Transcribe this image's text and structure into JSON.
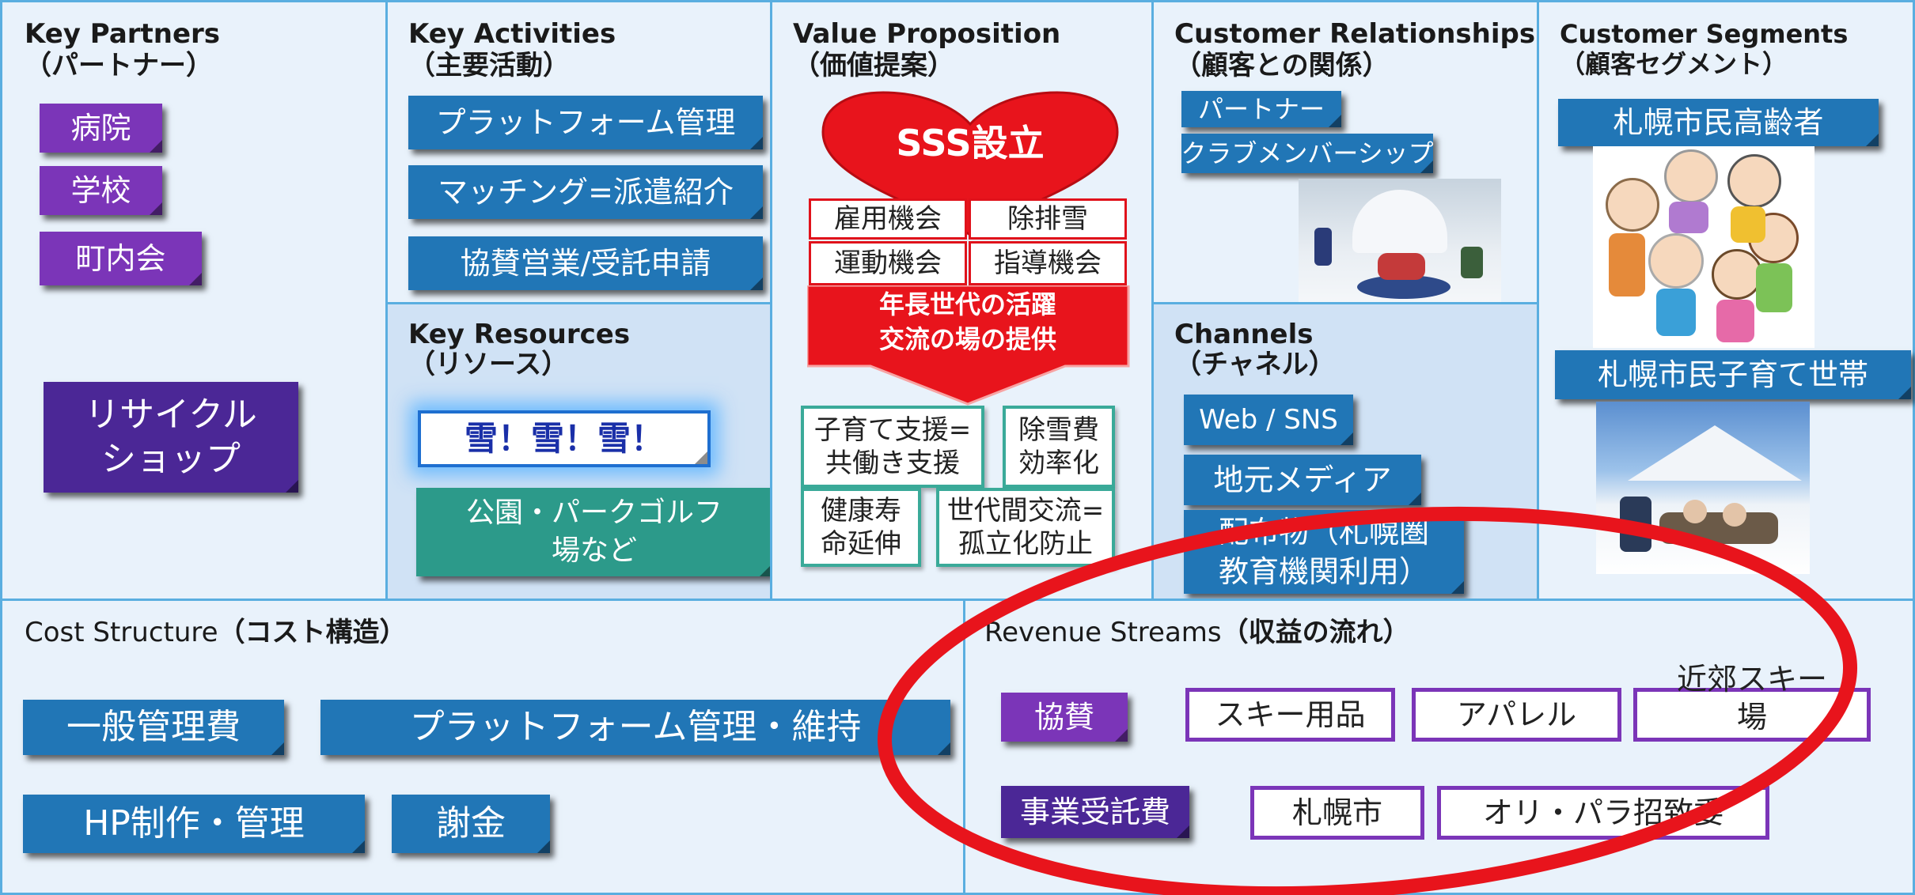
{
  "key_partners": {
    "title": "Key Partners",
    "subtitle": "（パートナー）",
    "items": [
      "病院",
      "学校",
      "町内会",
      "リサイクル\nショップ"
    ]
  },
  "key_activities": {
    "title": "Key Activities",
    "subtitle": "（主要活動）",
    "items": [
      "プラットフォーム管理",
      "マッチング=派遣紹介",
      "協賛営業/受託申請"
    ]
  },
  "key_resources": {
    "title": "Key Resources",
    "subtitle": "（リソース）",
    "items": [
      "雪！雪！雪！",
      "公園・パークゴルフ\n場など"
    ]
  },
  "value_proposition": {
    "title": "Value Proposition",
    "subtitle": "（価値提案）",
    "heart_label": "SSS設立",
    "red_items": [
      "雇用機会",
      "除排雪",
      "運動機会",
      "指導機会"
    ],
    "arrow_text": "年長世代の活躍\n交流の場の提供",
    "teal_items": [
      "子育て支援=\n共働き支援",
      "除雪費\n効率化",
      "健康寿\n命延伸",
      "世代間交流=\n孤立化防止"
    ]
  },
  "customer_relationships": {
    "title": "Customer Relationships",
    "subtitle": "（顧客との関係）",
    "items": [
      "パートナー",
      "クラブメンバーシップ"
    ]
  },
  "channels": {
    "title": "Channels",
    "subtitle": "（チャネル）",
    "items": [
      "Web / SNS",
      "地元メディア",
      "配布物（札幌圏\n教育機関利用）"
    ]
  },
  "customer_segments": {
    "title": "Customer Segments",
    "subtitle": "（顧客セグメント）",
    "items": [
      "札幌市民高齢者",
      "札幌市民子育て世帯"
    ]
  },
  "cost_structure": {
    "title": "Cost Structure",
    "title_jp": "（コスト構造）",
    "items": [
      "一般管理費",
      "プラットフォーム管理・維持",
      "HP制作・管理",
      "謝金"
    ]
  },
  "revenue_streams": {
    "title": "Revenue Streams",
    "title_jp": "（収益の流れ）",
    "row1_label": "協賛",
    "row1_items": [
      "スキー用品",
      "アパレル",
      "近郊スキー\n場"
    ],
    "row2_label": "事業受託費",
    "row2_items": [
      "札幌市",
      "オリ・パラ招致委"
    ]
  },
  "colors": {
    "highlight_ellipse": "#e8141c",
    "section_border": "#5aaee0",
    "blue_box": "#2176b6",
    "purple_box": "#7b35b8",
    "teal_box": "#2c9a8a"
  }
}
